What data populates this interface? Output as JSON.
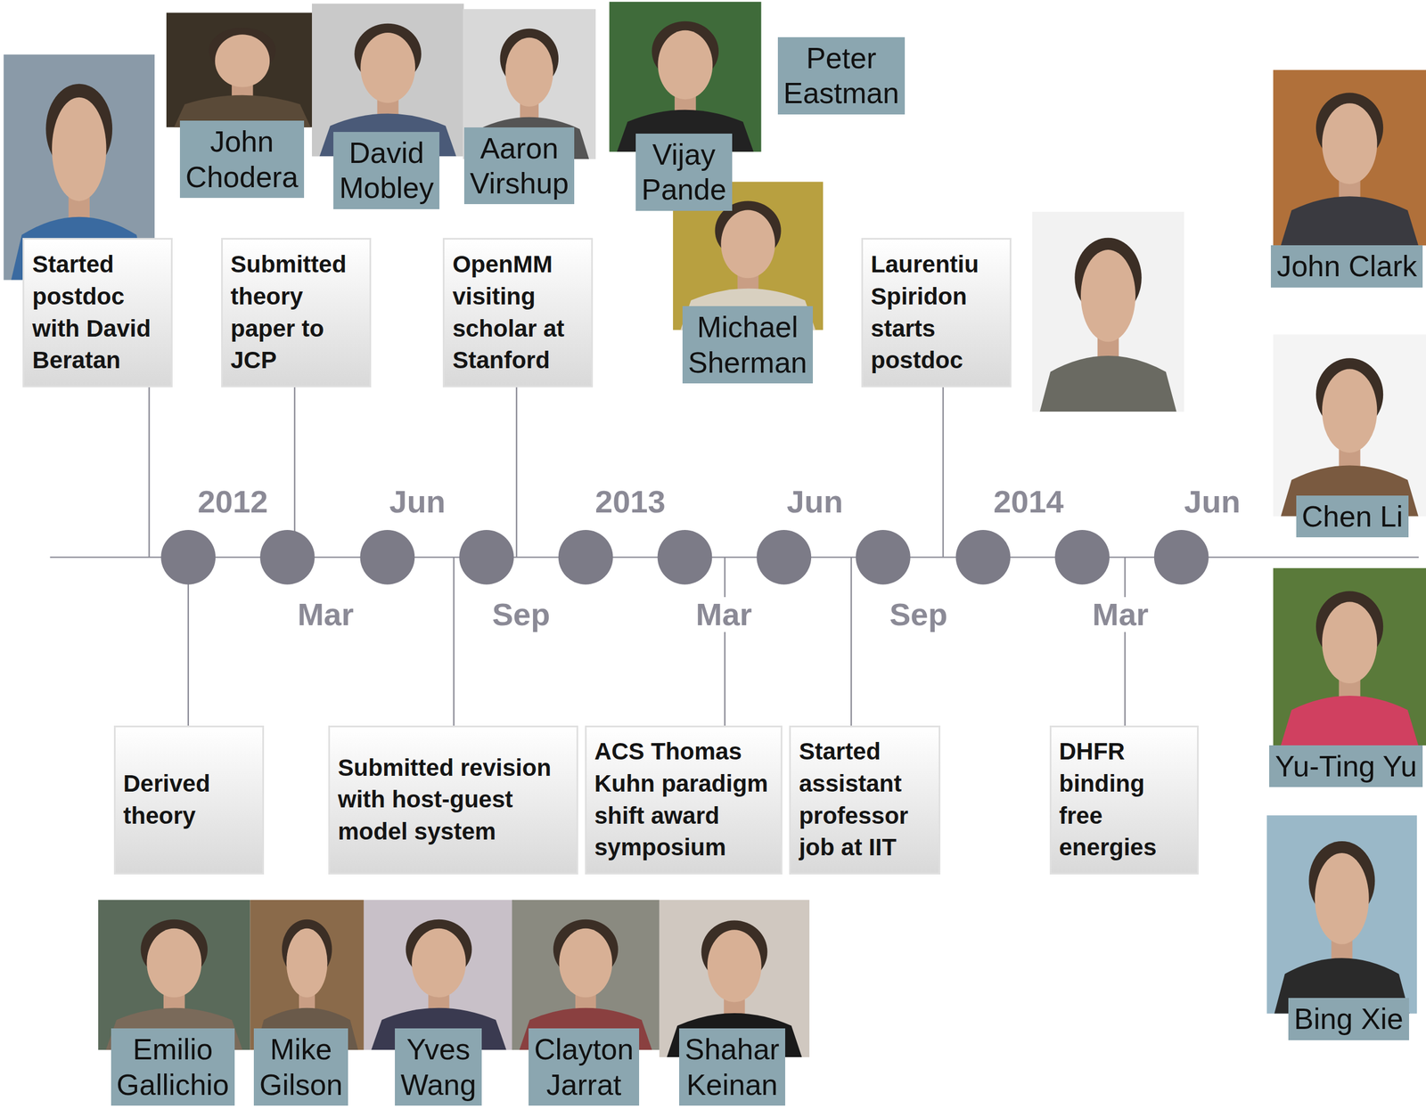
{
  "diagram": {
    "nodes": [
      {
        "text": [
          "John Chodera"
        ]
      },
      {
        "text": [
          "David Mobley"
        ]
      },
      {
        "text": [
          "Aaron Virshup"
        ]
      },
      {
        "text": [
          "Vijay Pande"
        ]
      },
      {
        "text": [
          "Peter Eastman"
        ]
      },
      {
        "text": [
          "Michael Sherman"
        ]
      },
      {
        "text": [
          "Started postdoc with David Beratan"
        ]
      },
      {
        "text": [
          "Submitted theory paper to JCP"
        ]
      },
      {
        "text": [
          "OpenMM visiting scholar at Stanford"
        ]
      },
      {
        "text": [
          "Laurentiu Spiridon starts postdoc"
        ]
      },
      {
        "text": [
          "John Clark"
        ]
      },
      {
        "text": [
          "Chen Li"
        ]
      },
      {
        "text": [
          "Derived theory"
        ]
      },
      {
        "text": [
          "Submitted revision with host-guest model system"
        ]
      },
      {
        "text": [
          "ACS Thomas Kuhn paradigm shift award symposium"
        ]
      },
      {
        "text": [
          "Started assistant professor job at IIT"
        ]
      },
      {
        "text": [
          "DHFR binding free energies"
        ]
      },
      {
        "text": [
          "Yu-Ting Yu"
        ]
      },
      {
        "text": [
          "Emilio Gallichio"
        ]
      },
      {
        "text": [
          "Mike Gilson"
        ]
      },
      {
        "text": [
          "Yves Wang"
        ]
      },
      {
        "text": [
          "Clayton Jarrat"
        ]
      },
      {
        "text": [
          "Shahar Keinan"
        ]
      },
      {
        "text": [
          "Bing Xie"
        ]
      }
    ],
    "labels": [
      "2012",
      "Jun",
      "2013",
      "Jun",
      "2014",
      "Jun",
      "Mar",
      "Sep",
      "Mar",
      "Sep",
      "Mar"
    ]
  }
}
